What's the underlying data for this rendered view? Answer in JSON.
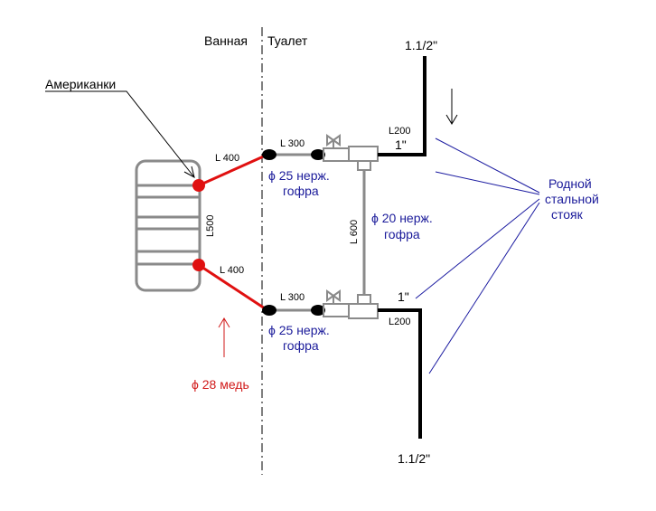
{
  "labels": {
    "room_left": "Ванная",
    "room_right": "Туалет",
    "americanki": "Американки",
    "l400_top": "L 400",
    "l400_bottom": "L 400",
    "l500": "L500",
    "l300_top": "L 300",
    "l300_bottom": "L 300",
    "l600": "L 600",
    "l200_top": "L200",
    "l200_bottom": "L200",
    "inch1_top": "1\"",
    "inch1_bottom": "1\"",
    "inch112_top": "1.1/2\"",
    "inch112_bottom": "1.1/2\"",
    "gofra_top_line1": "ϕ 25 нерж.",
    "gofra_top_line2": "гофра",
    "gofra_mid_line1": "ϕ 20 нерж.",
    "gofra_mid_line2": "гофра",
    "gofra_bot_line1": "ϕ 25 нерж.",
    "gofra_bot_line2": "гофра",
    "copper": "ϕ 28 медь",
    "riser_line1": "Родной",
    "riser_line2": "стальной",
    "riser_line3": "стояк"
  },
  "colors": {
    "red_pipe": "#e01010",
    "gray_pipe": "#8a8a8a",
    "steel": "#000000",
    "blue_text": "#1a1a9a",
    "red_text": "#d11a1a",
    "blue_lines": "#1a1aa0"
  }
}
